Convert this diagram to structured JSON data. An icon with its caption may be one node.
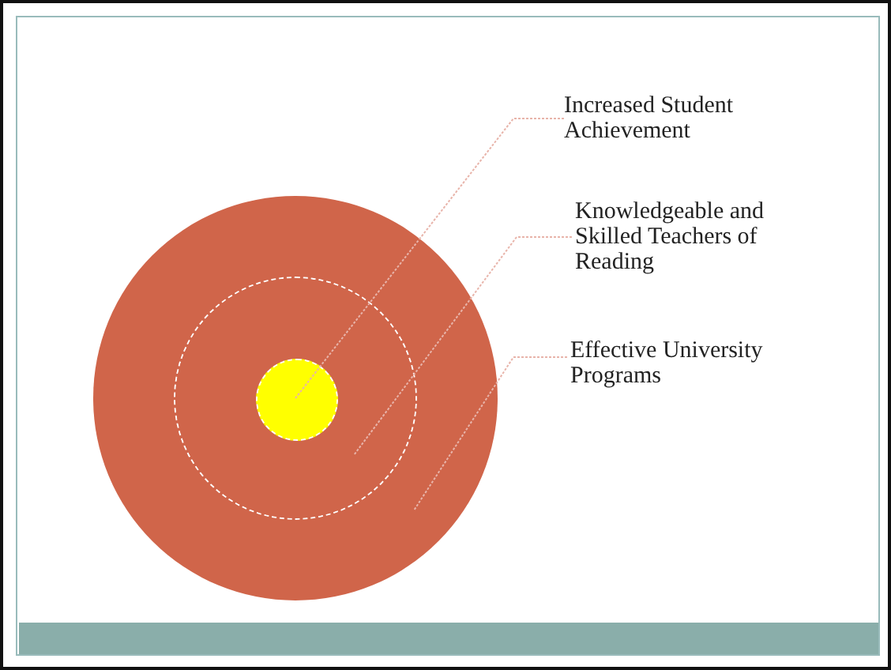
{
  "diagram": {
    "nodes": [
      {
        "text": [],
        "shape": "circle"
      },
      {
        "text": [],
        "shape": "circle",
        "in": 0
      },
      {
        "text": [],
        "shape": "circle",
        "in": 1
      },
      {
        "text": [
          "Increased Student Achievement"
        ]
      },
      {
        "text": [
          "Knowledgeable and Skilled Teachers of Reading"
        ]
      },
      {
        "text": [
          "Effective University Programs"
        ]
      }
    ],
    "edges": [
      {
        "from": 3,
        "to": 2,
        "arrow": "none"
      },
      {
        "from": 4,
        "to": 1,
        "arrow": "none"
      },
      {
        "from": 5,
        "to": 0,
        "arrow": "none"
      }
    ]
  }
}
